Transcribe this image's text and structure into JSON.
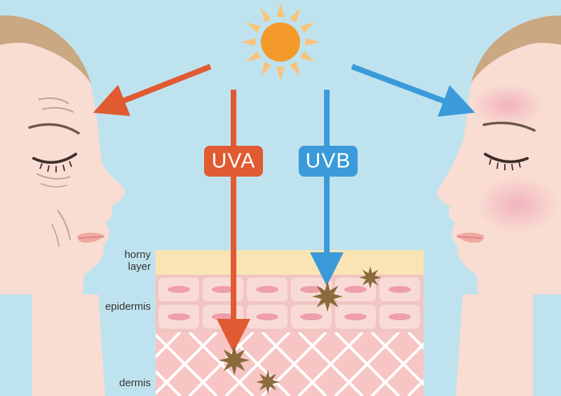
{
  "rays": {
    "uva": {
      "label": "UVA",
      "color": "#e05a32"
    },
    "uvb": {
      "label": "UVB",
      "color": "#3b9ad9"
    }
  },
  "layers": {
    "horny_layer_line1": "horny",
    "horny_layer_line2": "layer",
    "epidermis": "epidermis",
    "dermis": "dermis"
  },
  "colors": {
    "background": "#bfe3ee",
    "skin": "#f9dcd2",
    "hair": "#c9a882",
    "horny_layer": "#fae4b4",
    "epidermis": "#f7cdc8",
    "dermis": "#f6c5c4",
    "sun": "#f39a2b",
    "damage_spot": "#8b6a3c"
  },
  "icons": [
    "sun-icon",
    "damage-spot-icon"
  ]
}
